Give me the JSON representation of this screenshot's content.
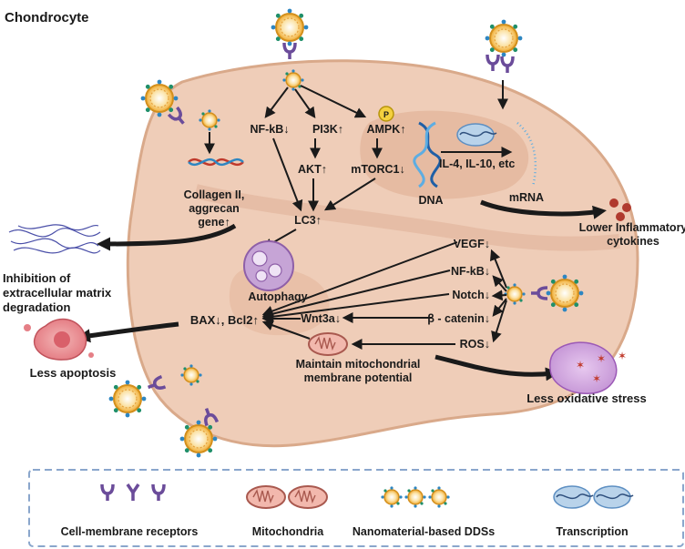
{
  "title": "Chondrocyte",
  "pathways": {
    "nfkb": "NF-kB↓",
    "pi3k": "PI3K↑",
    "ampk": "AMPK↑",
    "phospho": "P",
    "akt": "AKT↑",
    "mtorc1": "mTORC1↓",
    "lc3": "LC3↑",
    "autophagy": "Autophagy",
    "collagen_line1": "Collagen II,",
    "collagen_line2": "aggrecan",
    "collagen_line3": "gene↑",
    "dna": "DNA",
    "mrna": "mRNA",
    "cytokines_expr": "IL-4, IL-10, etc",
    "vegf": "VEGF↓",
    "nfkb2": "NF-kB↓",
    "notch": "Notch↓",
    "bcatenin": "β - catenin↓",
    "wnt3a": "Wnt3a↓",
    "ros": "ROS↓",
    "bax": "BAX↓, Bcl2↑",
    "mito_line1": "Maintain mitochondrial",
    "mito_line2": "membrane potential"
  },
  "outcomes": {
    "inhibition_line1": "Inhibition of",
    "inhibition_line2": "extracellular matrix",
    "inhibition_line3": "degradation",
    "apoptosis": "Less apoptosis",
    "oxidative": "Less oxidative stress",
    "cytokines_line1": "Lower Inflammatory",
    "cytokines_line2": "cytokines"
  },
  "legend": {
    "receptors": "Cell-membrane receptors",
    "mitochondria": "Mitochondria",
    "dds": "Nanomaterial-based DDSs",
    "transcription": "Transcription"
  },
  "colors": {
    "cell_fill": "#efcdb8",
    "cell_stroke": "#d9a98a",
    "nucleus_fill": "#e4b79c",
    "nanoparticle": "#f3b43c",
    "receptor": "#6b4c9a",
    "accent_red": "#c0392b",
    "legend_border": "#8aa6cc"
  }
}
